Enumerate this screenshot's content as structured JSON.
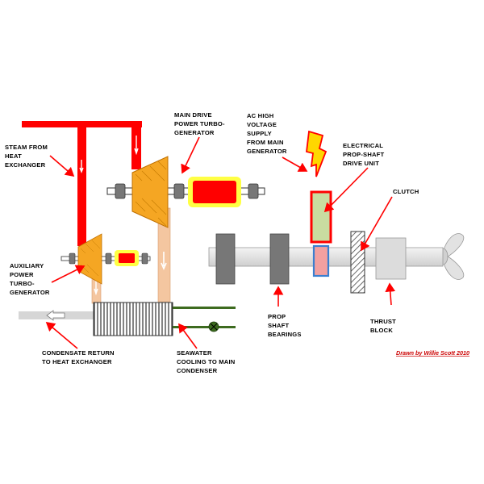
{
  "labels": {
    "steam": [
      "STEAM FROM",
      "HEAT",
      "EXCHANGER"
    ],
    "main_gen": [
      "MAIN DRIVE",
      "POWER TURBO-",
      "GENERATOR"
    ],
    "ac_supply": [
      "AC HIGH",
      "VOLTAGE",
      "SUPPLY",
      "FROM MAIN",
      "GENERATOR"
    ],
    "drive_unit": [
      "ELECTRICAL",
      "PROP-SHAFT",
      "DRIVE UNIT"
    ],
    "clutch": [
      "CLUTCH"
    ],
    "aux_gen": [
      "AUXILIARY",
      "POWER",
      "TURBO-",
      "GENERATOR"
    ],
    "condensate": [
      "CONDENSATE RETURN",
      "TO HEAT EXCHANGER"
    ],
    "seawater": [
      "SEAWATER",
      "COOLING TO MAIN",
      "CONDENSER"
    ],
    "bearings": [
      "PROP",
      "SHAFT",
      "BEARINGS"
    ],
    "thrust": [
      "THRUST",
      "BLOCK"
    ]
  },
  "credit": "Drawn by Willie Scott 2010",
  "colors": {
    "steam_pipe": "#ff0000",
    "turbine": "#f5a623",
    "generator_core": "#ff0000",
    "generator_glow": "#ffff44",
    "pipe_condensate": "#f4c6a0",
    "drive_unit_fill": "#c9dca0",
    "drive_unit_border": "#ff0000",
    "rotor": "#f2a0a0",
    "rotor_border": "#3a7fd0",
    "seawater_pipe": "#3d6b1f",
    "credit": "#cc0000"
  },
  "icons": {
    "lightning": "lightning-bolt-icon",
    "valve": "valve-icon",
    "propeller": "propeller-icon",
    "flow_arrow": "flow-arrow-icon"
  }
}
